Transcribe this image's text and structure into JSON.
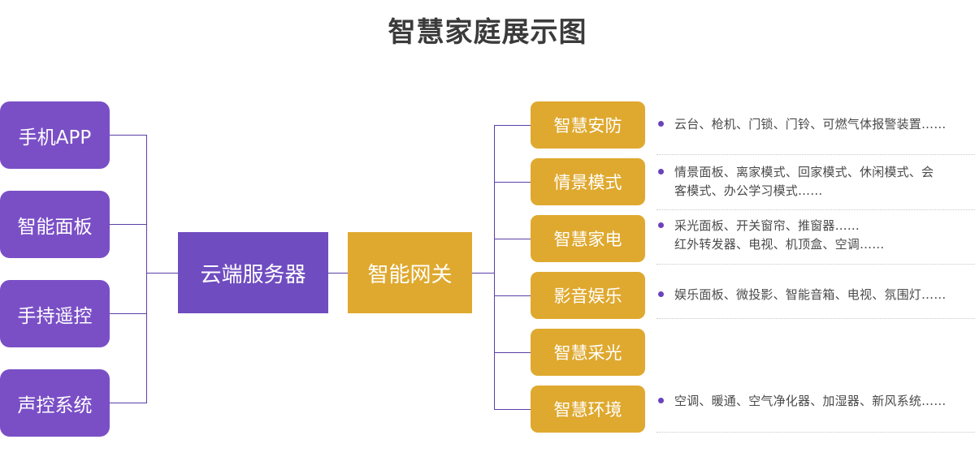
{
  "title": "智慧家庭展示图",
  "colors": {
    "purple": "#7a4fc6",
    "purple_dark": "#6f4cc0",
    "gold": "#dfa92f",
    "line": "#5b3fa8",
    "bullet": "#6b42bd",
    "title_text": "#3b3b3b",
    "detail_text": "#4a4a4a",
    "separator": "#c9c9c9"
  },
  "inputs": {
    "items": [
      {
        "label": "手机APP"
      },
      {
        "label": "智能面板"
      },
      {
        "label": "手持遥控"
      },
      {
        "label": "声控系统"
      }
    ]
  },
  "core": {
    "server": {
      "label": "云端服务器"
    },
    "gateway": {
      "label": "智能网关"
    }
  },
  "categories": {
    "items": [
      {
        "label": "智慧安防"
      },
      {
        "label": "情景模式"
      },
      {
        "label": "智慧家电"
      },
      {
        "label": "影音娱乐"
      },
      {
        "label": "智慧采光"
      },
      {
        "label": "智慧环境"
      }
    ]
  },
  "details": {
    "items": [
      {
        "lines": [
          "云台、枪机、门锁、门铃、可燃气体报警装置……"
        ]
      },
      {
        "lines": [
          "情景面板、离家模式、回家模式、休闲模式、会",
          "客模式、办公学习模式……"
        ]
      },
      {
        "lines": [
          "采光面板、开关窗帘、推窗器……",
          "红外转发器、电视、机顶盒、空调……"
        ]
      },
      {
        "lines": [
          "娱乐面板、微投影、智能音箱、电视、氛围灯……"
        ]
      },
      {
        "lines": [
          "空调、暖通、空气净化器、加湿器、新风系统……"
        ]
      }
    ]
  }
}
